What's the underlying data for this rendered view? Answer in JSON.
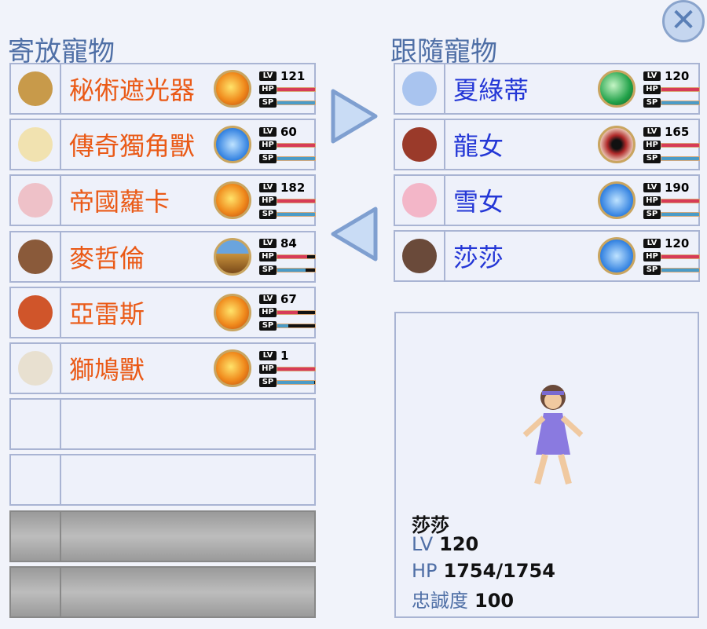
{
  "header": {
    "stored_title": "寄放寵物",
    "following_title": "跟隨寵物",
    "close_icon": "close-icon"
  },
  "stored_pets": [
    {
      "name": "秘術遮光器",
      "element": "fire",
      "lv": "121",
      "hp": 1.0,
      "sp": 1.0,
      "face": "#c89a4a"
    },
    {
      "name": "傳奇獨角獸",
      "element": "water",
      "lv": "60",
      "hp": 1.0,
      "sp": 1.0,
      "face": "#f1e2b0"
    },
    {
      "name": "帝國蘿卡",
      "element": "fire",
      "lv": "182",
      "hp": 1.0,
      "sp": 1.0,
      "face": "#eec1c8"
    },
    {
      "name": "麥哲倫",
      "element": "earth",
      "lv": "84",
      "hp": 0.8,
      "sp": 0.75,
      "face": "#8a5a3a"
    },
    {
      "name": "亞雷斯",
      "element": "fire",
      "lv": "67",
      "hp": 0.55,
      "sp": 0.3,
      "face": "#d0552a"
    },
    {
      "name": "獅鳩獸",
      "element": "fire",
      "lv": "1",
      "hp": 1.0,
      "sp": 0.97,
      "face": "#e8e0d0"
    }
  ],
  "following_pets": [
    {
      "name": "夏綠蒂",
      "element": "wind",
      "lv": "120",
      "hp": 1.0,
      "sp": 1.0,
      "face": "#a9c4ef"
    },
    {
      "name": "龍女",
      "element": "shadow",
      "lv": "165",
      "hp": 1.0,
      "sp": 1.0,
      "face": "#9a3a2a"
    },
    {
      "name": "雪女",
      "element": "water",
      "lv": "190",
      "hp": 1.0,
      "sp": 1.0,
      "face": "#f3b6c8"
    },
    {
      "name": "莎莎",
      "element": "water",
      "lv": "120",
      "hp": 1.0,
      "sp": 1.0,
      "face": "#6a4a3a"
    }
  ],
  "labels": {
    "lv": "LV",
    "hp": "HP",
    "sp": "SP"
  },
  "detail": {
    "name": "莎莎",
    "lv_label": "LV",
    "lv": "120",
    "hp_label": "HP",
    "hp": "1754/1754",
    "loyalty_label": "忠誠度",
    "loyalty": "100"
  },
  "colors": {
    "fire": "radial-gradient(circle at 45% 45%,#ffe36a,#f08a1c 55%,#b8430e)",
    "water": "radial-gradient(circle,#bfe3ff,#2f7fe0 70%,#1d4fa8)",
    "earth": "linear-gradient(#6aa4dd 40%,#c9933c 40%,#7a4a1a)",
    "wind": "radial-gradient(circle at 40% 40%,#c5f5c5,#22a24a 60%,#0d5a22)",
    "shadow": "radial-gradient(circle,#111 20%,#b02a2a 40%,#e8c0b0 70%,#6a2a1a)"
  }
}
